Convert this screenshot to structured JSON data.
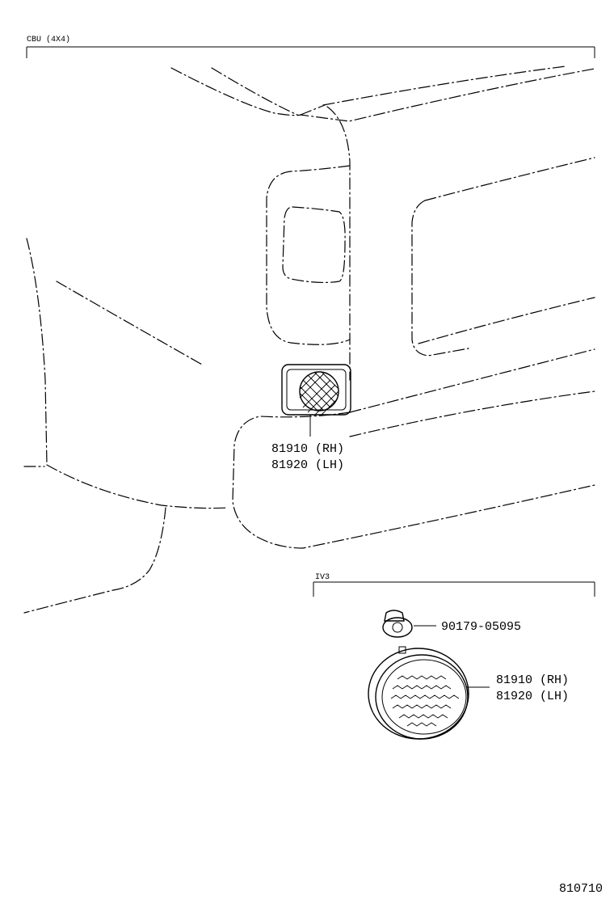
{
  "sections": {
    "top": {
      "label": "CBU (4X4)"
    },
    "bottom": {
      "label": "IV3"
    }
  },
  "callouts": {
    "lamp_top_rh": "81910 (RH)",
    "lamp_top_lh": "81920 (LH)",
    "screw": "90179-05095",
    "lamp_bottom_rh": "81910 (RH)",
    "lamp_bottom_lh": "81920 (LH)"
  },
  "figure_number": "810710"
}
